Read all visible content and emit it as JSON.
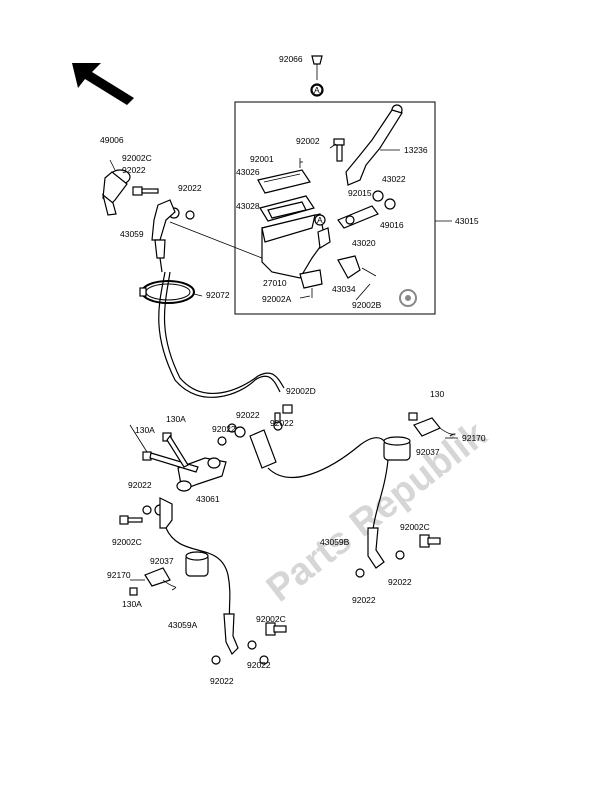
{
  "watermark": "Parts Republik",
  "labels": {
    "l92066": "92066",
    "lA1": "A",
    "l49006": "49006",
    "l92002c_a": "92002C",
    "l92022_a": "92022",
    "l92022_b": "92022",
    "l43059": "43059",
    "l92002_a": "92002",
    "l92001": "92001",
    "l43026": "43026",
    "l43028": "43028",
    "l13236": "13236",
    "l92015": "92015",
    "l43022": "43022",
    "l49016": "49016",
    "l43015": "43015",
    "l43020": "43020",
    "lA2": "A",
    "l27010": "27010",
    "l43034": "43034",
    "l92002a": "92002A",
    "l92002b": "92002B",
    "l92072": "92072",
    "l92002d": "92002D",
    "l130_a": "130",
    "l92170_a": "92170",
    "l130a_a": "130A",
    "l130a_b": "130A",
    "l92022_c": "92022",
    "l92022_d": "92022",
    "l92022_e": "92022",
    "l92037_a": "92037",
    "l43061": "43061",
    "l92022_f": "92022",
    "l92002c_b": "92002C",
    "l43059b": "43059B",
    "l92002c_c": "92002C",
    "l92022_g": "92022",
    "l92022_h": "92022",
    "l92037_b": "92037",
    "l92170_b": "92170",
    "l130a_c": "130A",
    "l43059a": "43059A",
    "l92002c_d": "92002C",
    "l92022_i": "92022",
    "l92022_j": "92022"
  }
}
